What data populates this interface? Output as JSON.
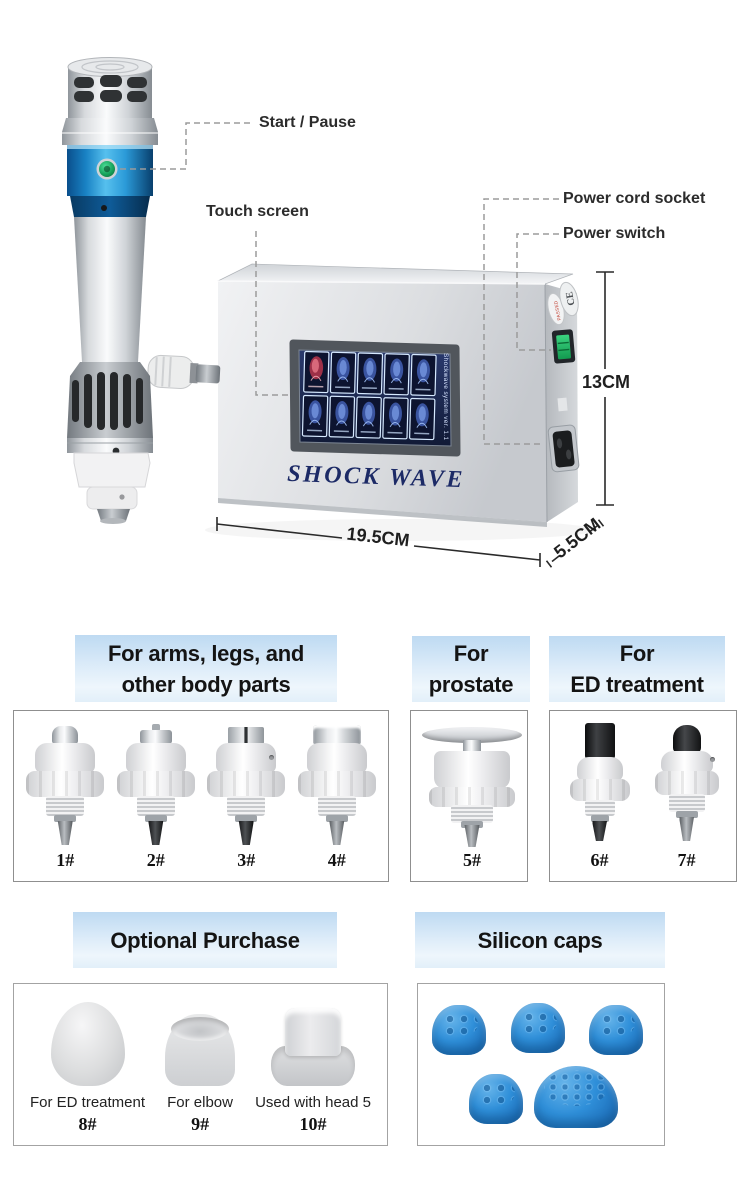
{
  "hero": {
    "callouts": {
      "start_pause": "Start / Pause",
      "touch_screen": "Touch screen",
      "power_cord_socket": "Power cord socket",
      "power_switch": "Power switch"
    },
    "dimensions": {
      "height": "13CM",
      "width": "19.5CM",
      "depth": "5.5CM"
    },
    "brand": "SHOCK WAVE",
    "screen_side_text": "Shockwave system ver. 1.1",
    "stickers": {
      "passed": "PASSED",
      "ce": "CE"
    }
  },
  "sections": [
    {
      "title": "For arms, legs, and\nother body parts",
      "items": [
        "1#",
        "2#",
        "3#",
        "4#"
      ]
    },
    {
      "title": "For\nprostate",
      "items": [
        "5#"
      ]
    },
    {
      "title": "For\nED treatment",
      "items": [
        "6#",
        "7#"
      ]
    }
  ],
  "optional": {
    "title": "Optional Purchase",
    "items": [
      {
        "caption": "For ED treatment",
        "label": "8#"
      },
      {
        "caption": "For elbow",
        "label": "9#"
      },
      {
        "caption": "Used with head 5",
        "label": "10#"
      }
    ]
  },
  "silicon": {
    "title": "Silicon caps"
  },
  "colors": {
    "cap_blue": "#2e8fd8",
    "brand_navy": "#1c2a66",
    "header_blue": "#bedaf2"
  }
}
